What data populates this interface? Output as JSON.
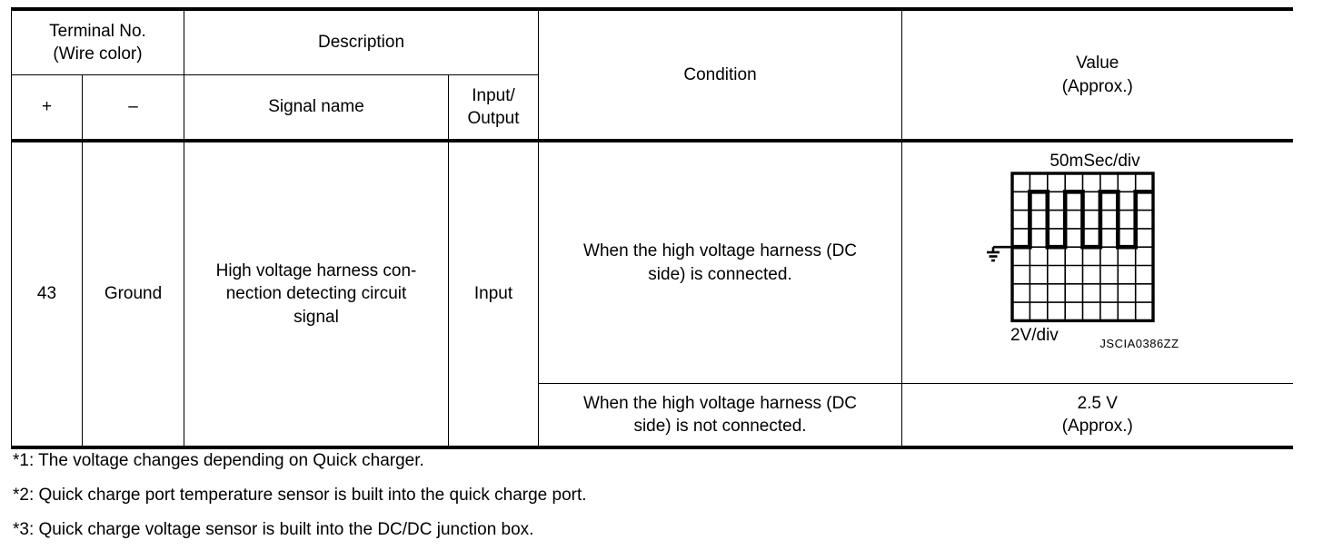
{
  "table": {
    "headers": {
      "terminal_no": "Terminal No.",
      "wire_color": "(Wire color)",
      "description": "Description",
      "condition": "Condition",
      "value": "Value",
      "value_approx": "(Approx.)",
      "plus": "+",
      "minus": "–",
      "signal_name": "Signal name",
      "input_label": "Input/",
      "output_label": "Output"
    },
    "row": {
      "terminal_plus": "43",
      "terminal_minus": "Ground",
      "signal_name_line1": "High voltage harness con-",
      "signal_name_line2": "nection detecting circuit",
      "signal_name_line3": "signal",
      "input_output": "Input",
      "condition_1_line1": "When the high voltage harness (DC",
      "condition_1_line2": "side) is connected.",
      "condition_2_line1": "When the high voltage harness (DC",
      "condition_2_line2": "side) is not connected.",
      "value_2_line1": "2.5 V",
      "value_2_line2": "(Approx.)"
    }
  },
  "waveform": {
    "time_per_div": "50mSec/div",
    "volts_per_div": "2V/div",
    "figure_code": "JSCIA0386ZZ",
    "ground_symbol": "ground-symbol"
  },
  "chart_data": {
    "type": "line",
    "title": "Square wave oscilloscope trace",
    "xlabel": "50mSec/div",
    "ylabel": "2V/div",
    "grid": true,
    "grid_divisions_x": 8,
    "grid_divisions_y": 8,
    "ground_level_div": 4,
    "high_level_div": 1,
    "pulse_count": 4,
    "x": [
      0,
      0.9,
      0.9,
      1.9,
      1.9,
      2.9,
      2.9,
      3.9,
      3.9,
      4.9,
      4.9,
      5.9,
      5.9,
      6.9,
      6.9,
      7.6
    ],
    "y": [
      0,
      0,
      3,
      3,
      0,
      0,
      3,
      3,
      0,
      0,
      3,
      3,
      0,
      0,
      3,
      3
    ],
    "xlim": [
      0,
      8
    ],
    "ylim": [
      0,
      8
    ]
  },
  "footnotes": [
    "*1: The voltage changes depending on Quick charger.",
    "*2: Quick charge port temperature sensor is built into the quick charge port.",
    "*3: Quick charge voltage sensor is built into the DC/DC junction box."
  ]
}
